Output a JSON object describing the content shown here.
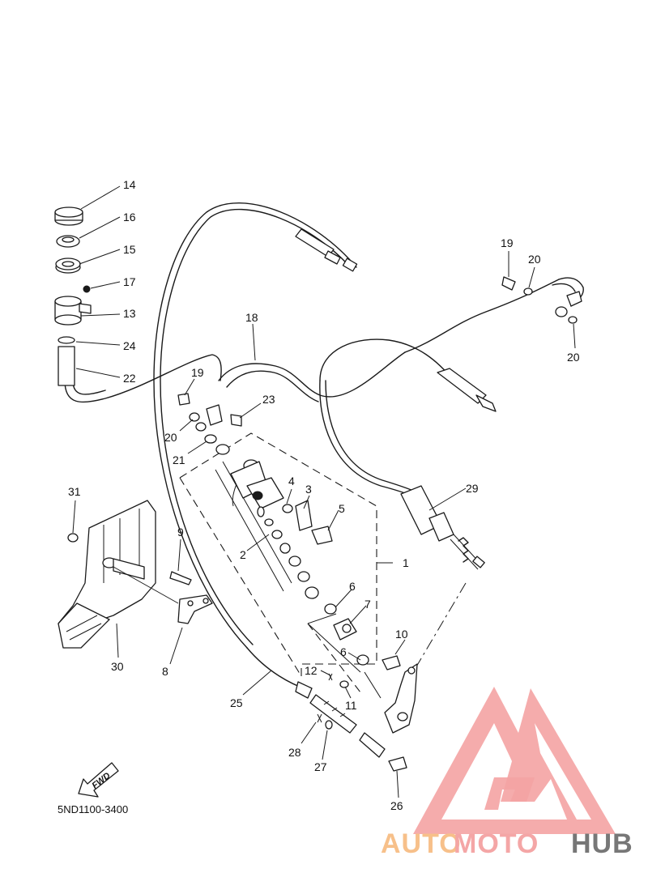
{
  "diagram_code": "5ND1100-3400",
  "fwd_label": "FWD",
  "watermark": {
    "part1": "AUTO",
    "part2": "MOTO",
    "part3": "HUB",
    "color_logo": "#f4a3a3",
    "color_auto": "#f7c08a",
    "color_hub": "#777777"
  },
  "labels": {
    "p1": "1",
    "p2": "2",
    "p3": "3",
    "p4": "4",
    "p5": "5",
    "p6a": "6",
    "p6b": "6",
    "p7": "7",
    "p8": "8",
    "p9": "9",
    "p10": "10",
    "p11": "11",
    "p12": "12",
    "p13": "13",
    "p14": "14",
    "p15": "15",
    "p16": "16",
    "p17": "17",
    "p18": "18",
    "p19a": "19",
    "p19b": "19",
    "p20a": "20",
    "p20b": "20",
    "p20c": "20",
    "p21": "21",
    "p22": "22",
    "p23": "23",
    "p24": "24",
    "p25": "25",
    "p26": "26",
    "p27": "27",
    "p28": "28",
    "p29": "29",
    "p30": "30",
    "p31": "31"
  }
}
